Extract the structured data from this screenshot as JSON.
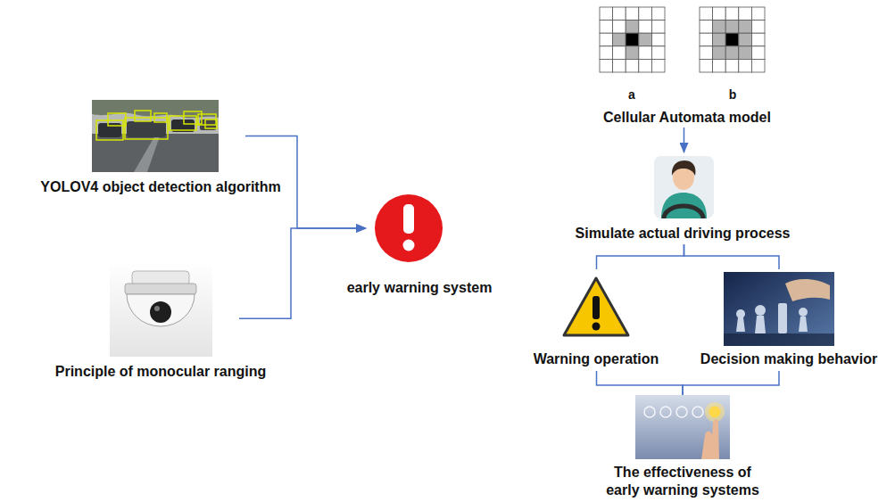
{
  "diagram": {
    "nodes": [
      {
        "text": [
          "YOLOV4 object detection algorithm"
        ]
      },
      {
        "text": [
          "Principle of monocular ranging"
        ]
      },
      {
        "text": [
          "early warning system"
        ]
      },
      {
        "text": [
          "Cellular Automata model"
        ]
      },
      {
        "text": [
          "Simulate actual driving process"
        ]
      },
      {
        "text": [
          "Warning operation"
        ]
      },
      {
        "text": [
          "Decision making behavior"
        ]
      },
      {
        "text": [
          "The effectiveness of early warning systems"
        ]
      }
    ],
    "edges": [
      {
        "from": 0,
        "to": 2,
        "arrow": "to"
      },
      {
        "from": 1,
        "to": 2,
        "arrow": "to"
      },
      {
        "from": 3,
        "to": 4,
        "arrow": "to"
      },
      {
        "from": 4,
        "to": 5,
        "arrow": "none"
      },
      {
        "from": 4,
        "to": 6,
        "arrow": "none"
      },
      {
        "from": 5,
        "to": 7,
        "arrow": "none"
      },
      {
        "from": 6,
        "to": 7,
        "arrow": "none"
      }
    ],
    "labels": [
      "a",
      "b"
    ]
  }
}
